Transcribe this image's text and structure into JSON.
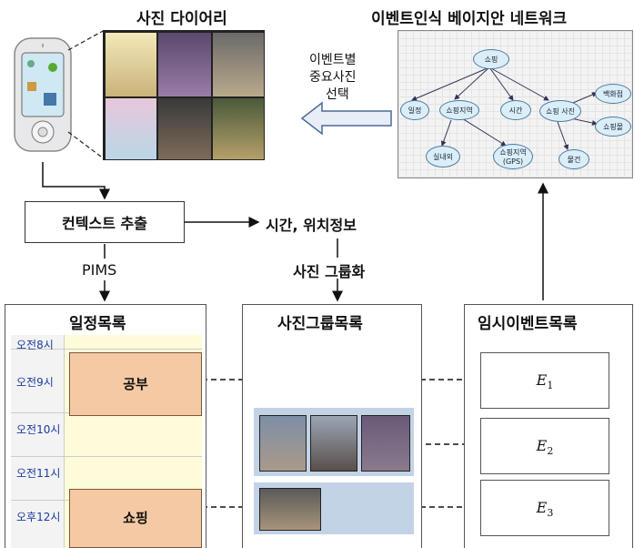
{
  "titles": {
    "photo_diary": "사진 다이어리",
    "bayesian_net": "이벤트인식 베이지안 네트워크",
    "select_label_1": "이벤트별",
    "select_label_2": "중요사진",
    "select_label_3": "선택"
  },
  "flow": {
    "context_extract": "컨텍스트 추출",
    "time_location": "시간, 위치정보",
    "pims": "PIMS",
    "photo_grouping": "사진 그룹화"
  },
  "panels": {
    "schedule_title": "일정목록",
    "photo_group_title": "사진그룹목록",
    "temp_event_title": "임시이벤트목록"
  },
  "schedule": {
    "times": [
      "오전8시",
      "오전9시",
      "오전10시",
      "오전11시",
      "오후12시"
    ],
    "events": [
      "공부",
      "쇼핑"
    ]
  },
  "temp_events": {
    "e1": "E",
    "e1_sub": "1",
    "e2": "E",
    "e2_sub": "2",
    "e3": "E",
    "e3_sub": "3"
  },
  "bn_nodes": {
    "n_top": "쇼핑",
    "n_left": "일정",
    "n_shop_place": "쇼핑지역",
    "n_time": "시간",
    "n_shop_photo": "쇼핑 사진",
    "n_dept": "백화점",
    "n_mall": "쇼핑몰",
    "n_indoor": "실내외",
    "n_shop_gps": "쇼핑지역 (GPS)",
    "n_item": "물건"
  },
  "colors": {
    "schedule_bg": "#fdfbd9",
    "event_fill": "#f4c9a3",
    "group_bg": "#c3d3e6",
    "bn_bg": "#f3f3f3",
    "arrow_fill": "#e8eef7"
  }
}
